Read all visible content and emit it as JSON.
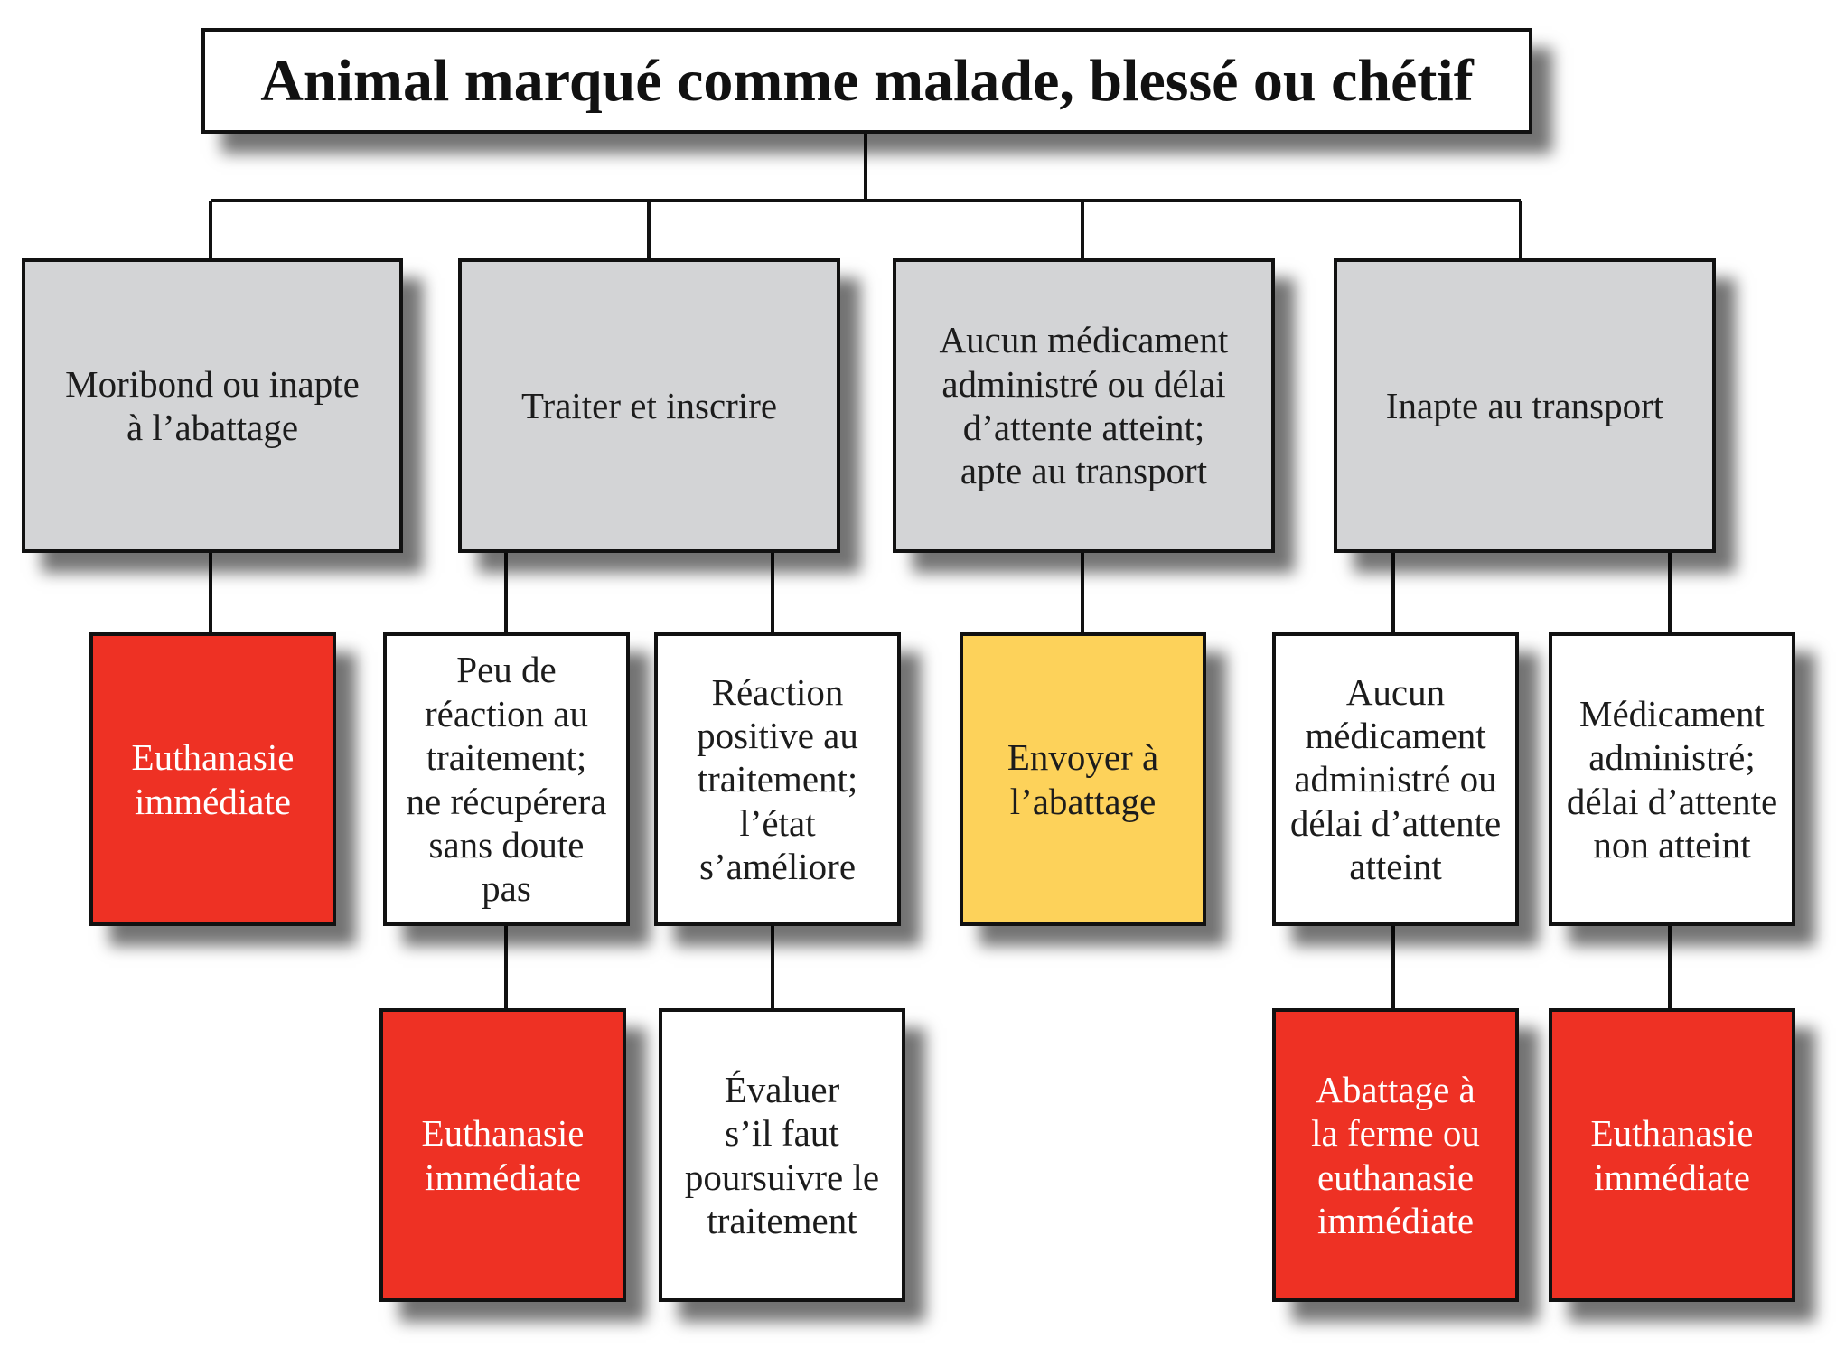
{
  "colors": {
    "gray": "#d3d4d6",
    "red": "#ee3124",
    "yellow": "#fdd25a",
    "white": "#ffffff",
    "line": "#111111"
  },
  "nodes": {
    "root": "Animal marqué comme malade, blessé ou chétif",
    "moribund": "Moribond ou inapte\nà l’abattage",
    "treat": "Traiter et inscrire",
    "no_drug_fit": "Aucun médicament\nadministré ou délai\nd’attente atteint;\napte au transport",
    "unfit_transport": "Inapte au transport",
    "euthanasia_1": "Euthanasie\nimmédiate",
    "poor_response": "Peu de\nréaction au\ntraitement;\nne récupérera\nsans doute\npas",
    "positive_response": "Réaction\npositive au\ntraitement;\nl’état\ns’améliore",
    "send_slaughter": "Envoyer à\nl’abattage",
    "no_drug_reached": "Aucun\nmédicament\nadministré ou\ndélai d’attente\natteint",
    "drug_not_reached": "Médicament\nadministré;\ndélai d’attente\nnon atteint",
    "euthanasia_2": "Euthanasie\nimmédiate",
    "evaluate": "Évaluer\ns’il faut\npoursuivre le\ntraitement",
    "farm_slaughter": "Abattage à\nla ferme ou\neuthanasie\nimmédiate",
    "euthanasia_3": "Euthanasie\nimmédiate"
  }
}
